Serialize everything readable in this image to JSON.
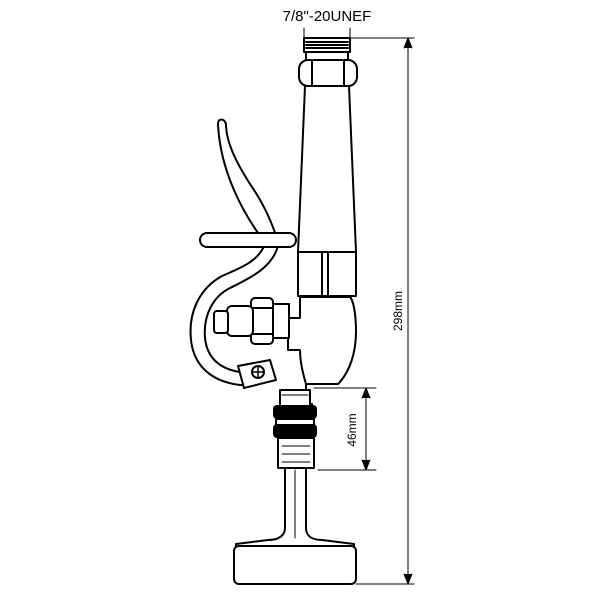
{
  "dimensions": {
    "thread": "7/8\"-20UNEF",
    "overall_height": "298mm",
    "section_height": "46mm"
  },
  "colors": {
    "line": "#000000",
    "background": "#ffffff"
  }
}
